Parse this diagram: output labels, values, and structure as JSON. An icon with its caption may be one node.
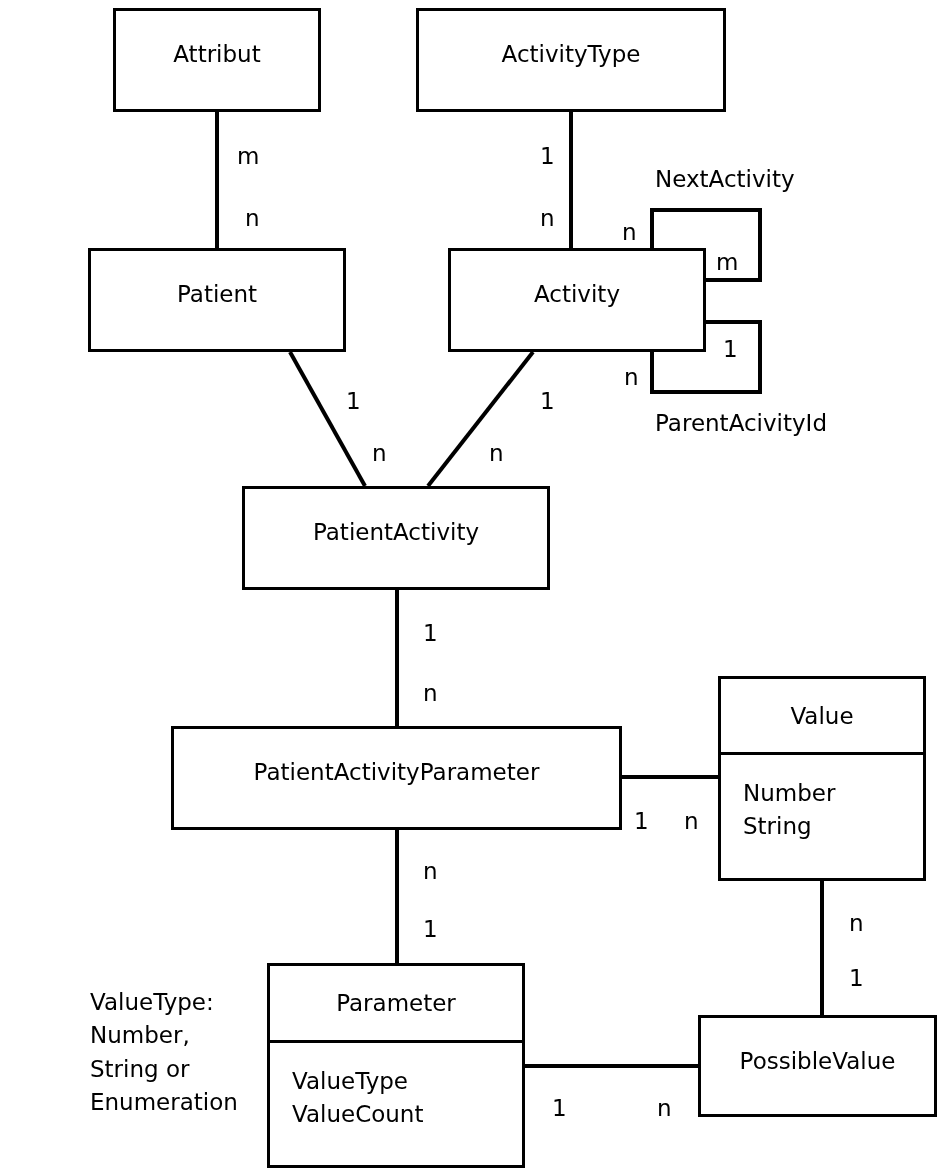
{
  "diagram": {
    "nodes": [
      {
        "text": [
          "Attribut"
        ]
      },
      {
        "text": [
          "ActivityType"
        ]
      },
      {
        "text": [
          "Patient"
        ]
      },
      {
        "text": [
          "Activity"
        ]
      },
      {
        "text": [
          "PatientActivity"
        ]
      },
      {
        "text": [
          "Value",
          "Number String"
        ]
      },
      {
        "text": [
          "PatientActivityParameter"
        ]
      },
      {
        "text": [
          "Parameter",
          "ValueType ValueCount"
        ],
        "beside": [
          "ValueType: Number, String or Enumeration"
        ]
      },
      {
        "text": [
          "PossibleValue"
        ]
      }
    ],
    "edges": [
      {
        "from": 0,
        "to": 2,
        "arrow": "none"
      },
      {
        "from": 1,
        "to": 3,
        "arrow": "none"
      },
      {
        "from": 3,
        "to": 3,
        "arrow": "none",
        "label": "NextActivity"
      },
      {
        "from": 3,
        "to": 3,
        "arrow": "none",
        "label": "ParentAcivityId"
      },
      {
        "from": 2,
        "to": 4,
        "arrow": "none"
      },
      {
        "from": 3,
        "to": 4,
        "arrow": "none"
      },
      {
        "from": 4,
        "to": 6,
        "arrow": "none"
      },
      {
        "from": 6,
        "to": 5,
        "arrow": "none"
      },
      {
        "from": 6,
        "to": 7,
        "arrow": "none"
      },
      {
        "from": 5,
        "to": 8,
        "arrow": "none"
      },
      {
        "from": 7,
        "to": 8,
        "arrow": "none"
      }
    ],
    "labels": [
      "m",
      "1",
      "n",
      "n",
      "n",
      "m",
      "1",
      "n",
      "1",
      "1",
      "n",
      "n",
      "1",
      "n",
      "1",
      "n",
      "n",
      "n",
      "1",
      "1",
      "1",
      "n"
    ]
  }
}
